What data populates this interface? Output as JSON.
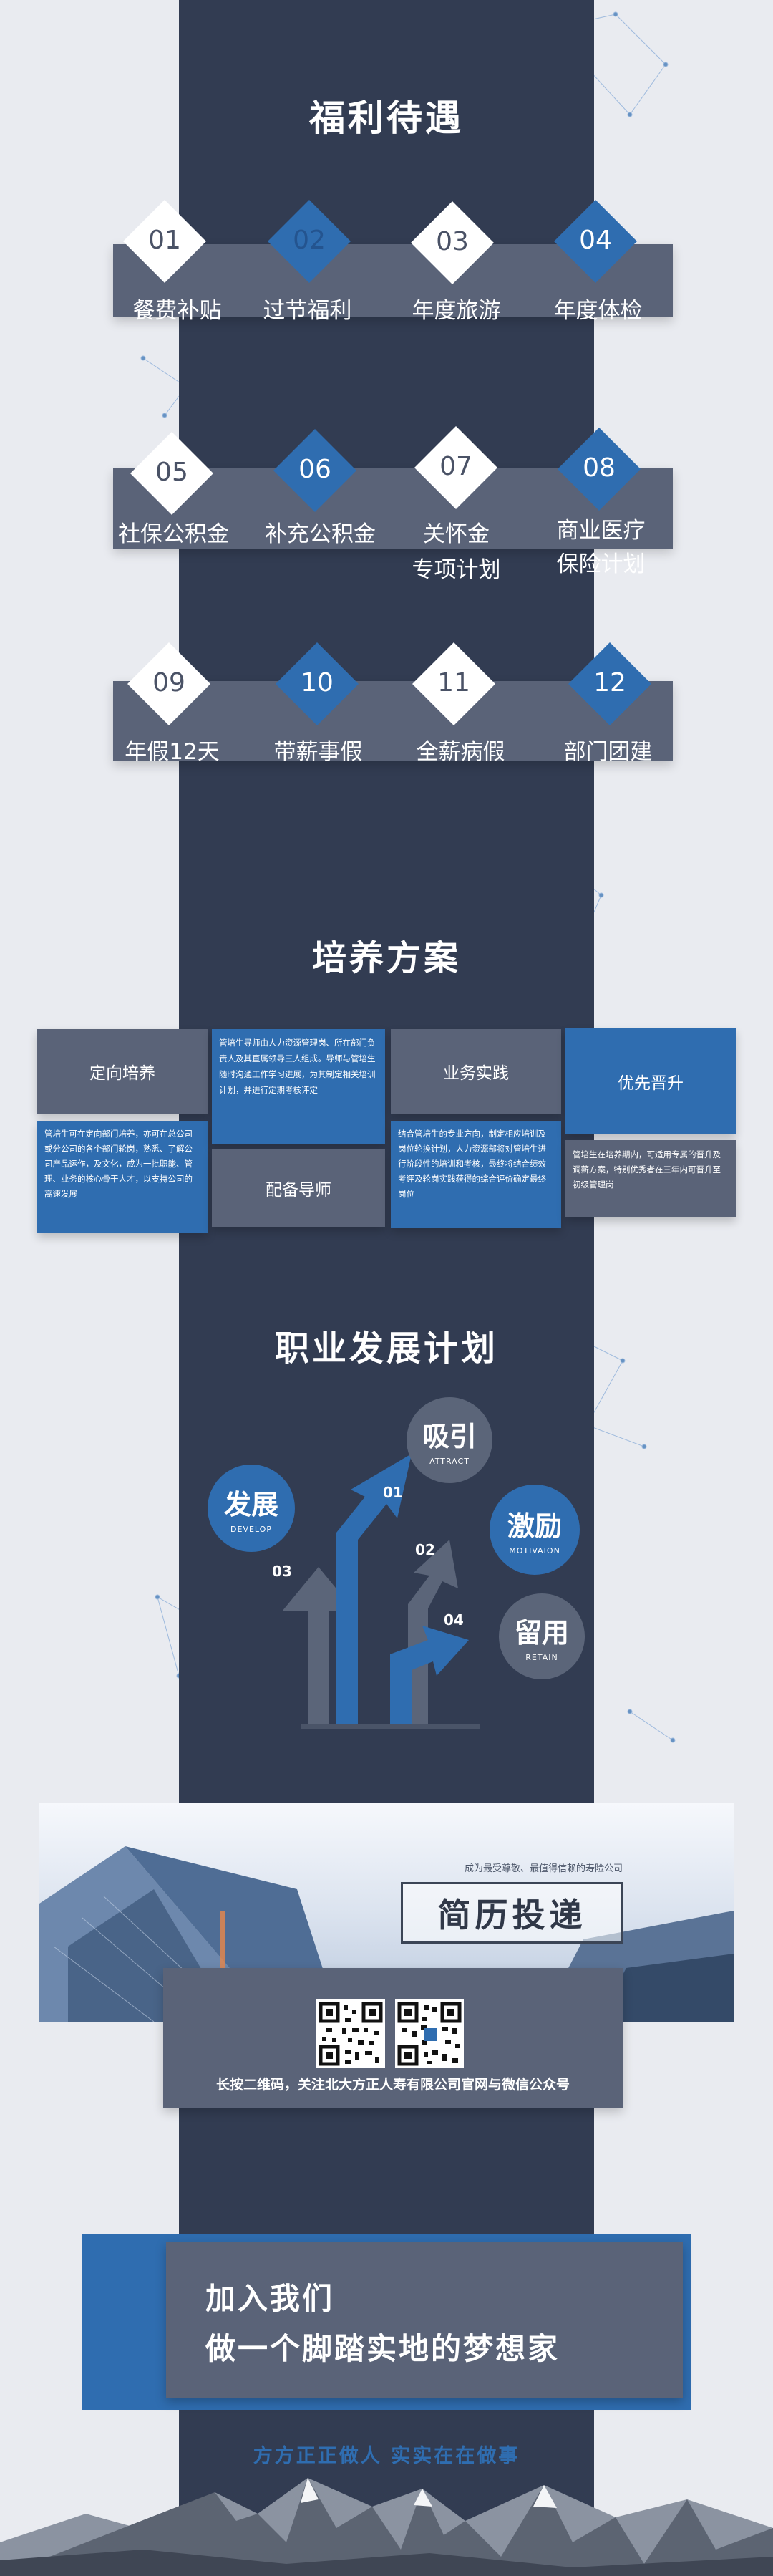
{
  "benefits": {
    "title": "福利待遇",
    "items": [
      {
        "num": "01",
        "label": "餐费补贴"
      },
      {
        "num": "02",
        "label": "过节福利"
      },
      {
        "num": "03",
        "label": "年度旅游"
      },
      {
        "num": "04",
        "label": "年度体检"
      },
      {
        "num": "05",
        "label": "社保公积金"
      },
      {
        "num": "06",
        "label": "补充公积金"
      },
      {
        "num": "07",
        "label_line1": "关怀金",
        "label_line2": "专项计划"
      },
      {
        "num": "08",
        "label_line1": "商业医疗",
        "label_line2": "保险计划"
      },
      {
        "num": "09",
        "label": "年假12天"
      },
      {
        "num": "10",
        "label": "带薪事假"
      },
      {
        "num": "11",
        "label": "全薪病假"
      },
      {
        "num": "12",
        "label": "部门团建"
      }
    ]
  },
  "training": {
    "title": "培养方案",
    "directed": "定向培养",
    "directed_desc": "管培生可在定向部门培养，亦可在总公司或分公司的各个部门轮岗，熟悉、了解公司产品运作，及文化，成为一批职能、管理、业务的核心骨干人才，以支持公司的高速发展",
    "mentor_desc": "管培生导师由人力资源管理岗、所在部门负责人及其直属领导三人组成。导师与管培生随时沟通工作学习进展，为其制定相关培训计划，并进行定期考核评定",
    "mentor": "配备导师",
    "practice": "业务实践",
    "practice_desc": "结合管培生的专业方向，制定相应培训及岗位轮换计划，人力资源部将对管培生进行阶段性的培训和考核，最终将结合绩效考评及轮岗实践获得的综合评价确定最终岗位",
    "promotion": "优先晋升",
    "promotion_desc": "管培生在培养期内，可适用专属的晋升及调薪方案，特别优秀者在三年内可晋升至初级管理岗"
  },
  "career": {
    "title": "职业发展计划",
    "develop": "发展",
    "develop_en": "DEVELOP",
    "attract": "吸引",
    "attract_en": "ATTRACT",
    "motivate": "激励",
    "motivate_en": "MOTIVAION",
    "retain": "留用",
    "retain_en": "RETAIN",
    "n1": "01",
    "n2": "02",
    "n3": "03",
    "n4": "04"
  },
  "resume": {
    "tagline": "成为最受尊敬、最值得信赖的寿险公司",
    "title": "简历投递",
    "qr_caption": "长按二维码，关注北大方正人寿有限公司官网与微信公众号"
  },
  "join": {
    "line1": "加入我们",
    "line2": "做一个脚踏实地的梦想家",
    "motto": "方方正正做人 实实在在做事"
  },
  "colors": {
    "stripe": "#323c52",
    "band": "#5a6378",
    "accent": "#2f6db0",
    "background": "#e9ebf0"
  }
}
